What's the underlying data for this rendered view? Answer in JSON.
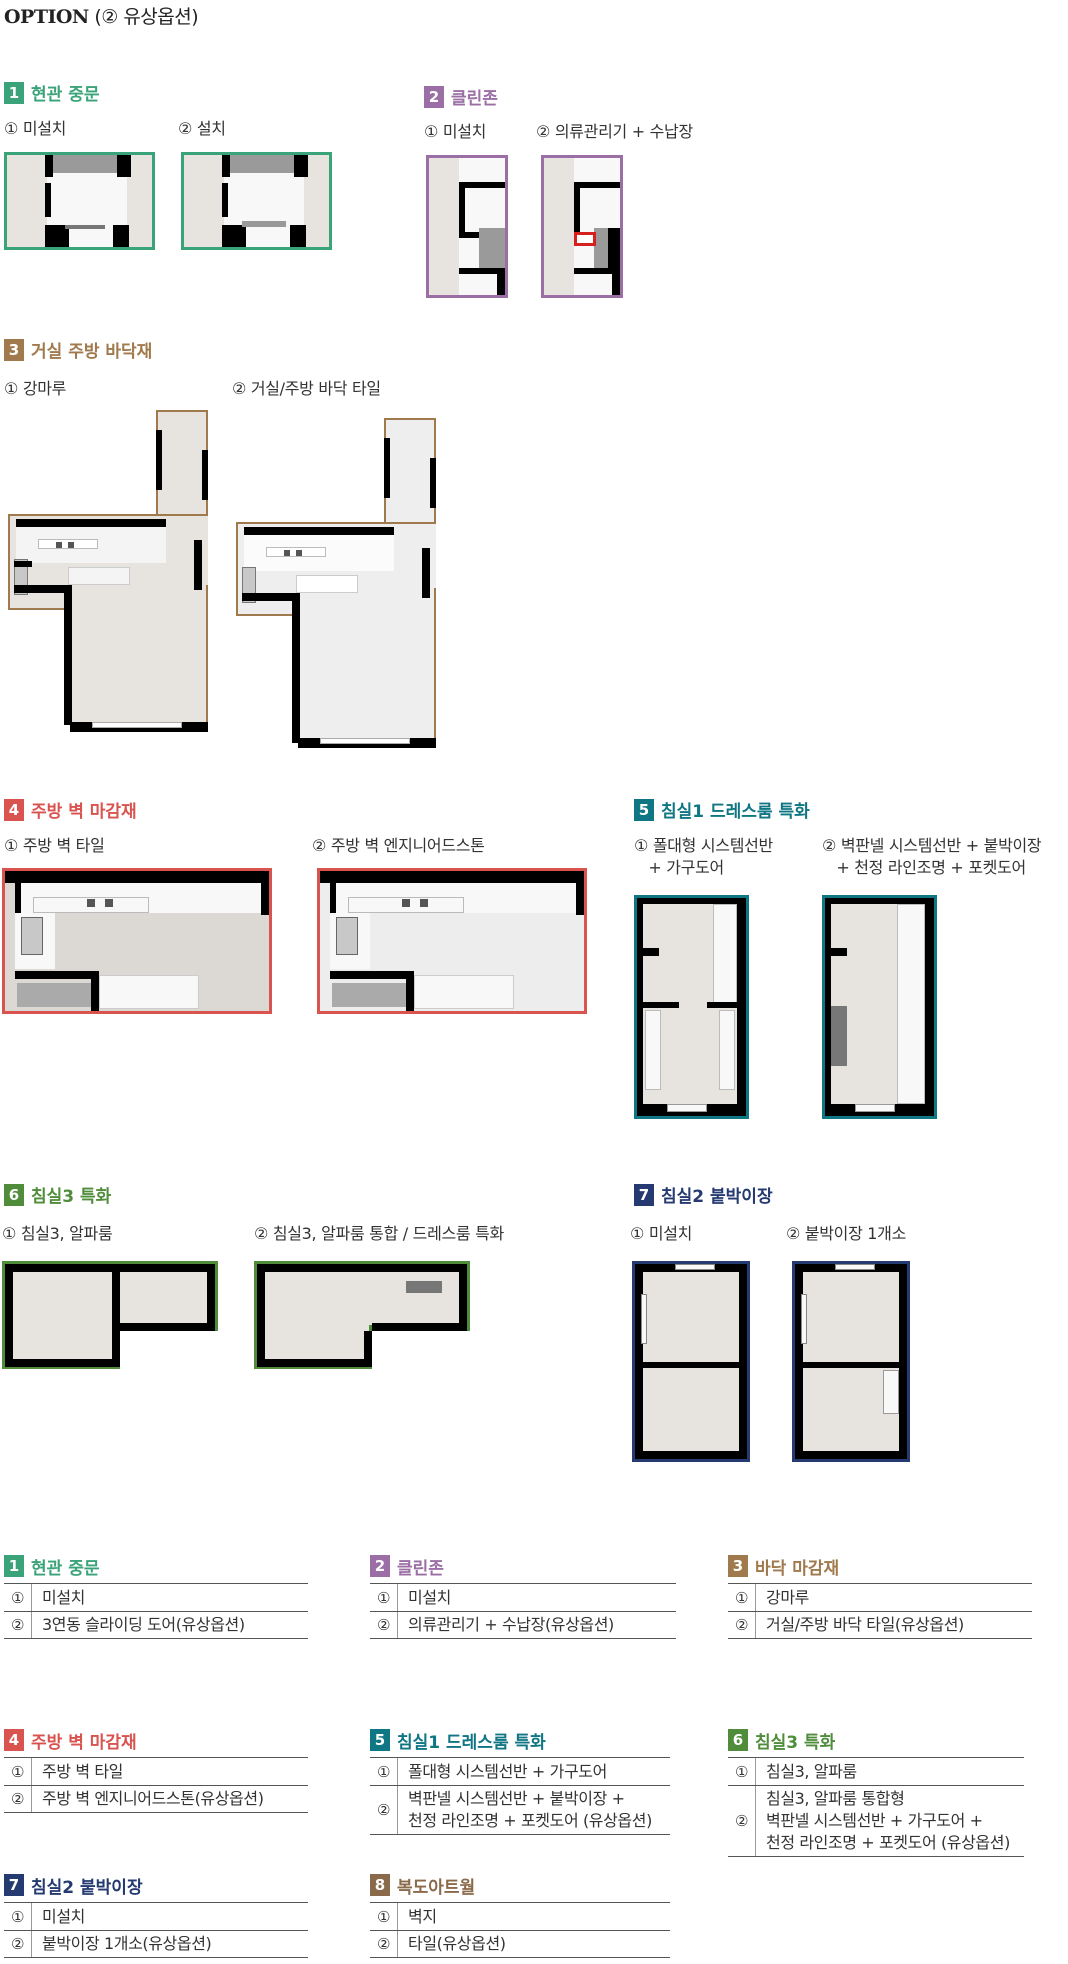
{
  "title": {
    "option": "OPTION",
    "sub": "(② 유상옵션)"
  },
  "colors": {
    "green": "#3aa37a",
    "purple": "#9b6fa6",
    "brown": "#a07a4c",
    "red": "#d9534f",
    "teal": "#0f7683",
    "darkgreen": "#4f8d3b",
    "navy": "#243a70"
  },
  "sections": {
    "s1": {
      "num": "1",
      "name": "현관 중문",
      "opts": [
        "① 미설치",
        "② 설치"
      ]
    },
    "s2": {
      "num": "2",
      "name": "클린존",
      "opts": [
        "① 미설치",
        "② 의류관리기 + 수납장"
      ]
    },
    "s3": {
      "num": "3",
      "name": "거실 주방 바닥재",
      "opts": [
        "① 강마루",
        "② 거실/주방 바닥 타일"
      ]
    },
    "s4": {
      "num": "4",
      "name": "주방 벽 마감재",
      "opts": [
        "① 주방 벽 타일",
        "② 주방 벽 엔지니어드스톤"
      ]
    },
    "s5": {
      "num": "5",
      "name": "침실1 드레스룸 특화",
      "opts": [
        "① 폴대형 시스템선반\n   + 가구도어",
        "② 벽판넬 시스템선반 + 붙박이장\n   + 천정 라인조명 + 포켓도어"
      ]
    },
    "s6": {
      "num": "6",
      "name": "침실3 특화",
      "opts": [
        "① 침실3, 알파룸",
        "② 침실3, 알파룸 통합 / 드레스룸 특화"
      ]
    },
    "s7": {
      "num": "7",
      "name": "침실2 붙박이장",
      "opts": [
        "① 미설치",
        "② 붙박이장 1개소"
      ]
    }
  },
  "tables": [
    {
      "num": "1",
      "name": "현관 중문",
      "rows": [
        {
          "n": "①",
          "v": "미설치"
        },
        {
          "n": "②",
          "v": "3연동 슬라이딩 도어(유상옵션)"
        }
      ]
    },
    {
      "num": "2",
      "name": "클린존",
      "rows": [
        {
          "n": "①",
          "v": "미설치"
        },
        {
          "n": "②",
          "v": "의류관리기 + 수납장(유상옵션)"
        }
      ]
    },
    {
      "num": "3",
      "name": "바닥 마감재",
      "rows": [
        {
          "n": "①",
          "v": "강마루"
        },
        {
          "n": "②",
          "v": "거실/주방 바닥 타일(유상옵션)"
        }
      ]
    },
    {
      "num": "4",
      "name": "주방 벽 마감재",
      "rows": [
        {
          "n": "①",
          "v": "주방 벽 타일"
        },
        {
          "n": "②",
          "v": "주방 벽 엔지니어드스톤(유상옵션)"
        }
      ]
    },
    {
      "num": "5",
      "name": "침실1 드레스룸 특화",
      "rows": [
        {
          "n": "①",
          "v": "폴대형 시스템선반 + 가구도어"
        },
        {
          "n": "②",
          "v": "벽판넬 시스템선반 + 붙박이장 +\n천정 라인조명 + 포켓도어 (유상옵션)"
        }
      ]
    },
    {
      "num": "6",
      "name": "침실3 특화",
      "rows": [
        {
          "n": "①",
          "v": "침실3, 알파룸"
        },
        {
          "n": "②",
          "v": "침실3, 알파룸 통합형\n벽판넬 시스템선반 + 가구도어 +\n천정 라인조명 + 포켓도어 (유상옵션)"
        }
      ]
    },
    {
      "num": "7",
      "name": "침실2 붙박이장",
      "rows": [
        {
          "n": "①",
          "v": "미설치"
        },
        {
          "n": "②",
          "v": "붙박이장 1개소(유상옵션)"
        }
      ]
    },
    {
      "num": "8",
      "name": "복도아트월",
      "rows": [
        {
          "n": "①",
          "v": "벽지"
        },
        {
          "n": "②",
          "v": "타일(유상옵션)"
        }
      ]
    }
  ]
}
